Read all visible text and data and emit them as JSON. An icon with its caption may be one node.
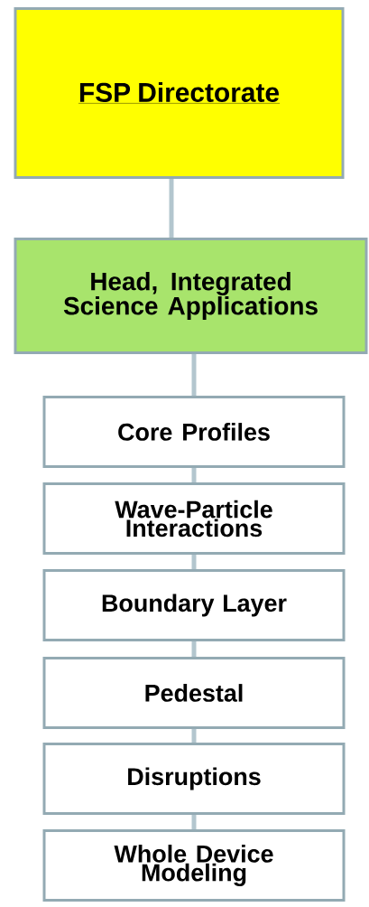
{
  "diagram": {
    "nodes": [
      {
        "text": [
          "FSP Directorate"
        ]
      },
      {
        "text": [
          "Head, Integrated Science Applications"
        ]
      },
      {
        "text": [
          "Core Profiles"
        ]
      },
      {
        "text": [
          "Wave-Particle Interactions"
        ]
      },
      {
        "text": [
          "Boundary Layer"
        ]
      },
      {
        "text": [
          "Pedestal"
        ]
      },
      {
        "text": [
          "Disruptions"
        ]
      },
      {
        "text": [
          "Whole Device Modeling"
        ]
      }
    ],
    "edges": [
      {
        "from": 0,
        "to": 1,
        "arrow": "none"
      },
      {
        "from": 1,
        "to": 2,
        "arrow": "none"
      },
      {
        "from": 2,
        "to": 3,
        "arrow": "none"
      },
      {
        "from": 3,
        "to": 4,
        "arrow": "none"
      },
      {
        "from": 4,
        "to": 5,
        "arrow": "none"
      },
      {
        "from": 5,
        "to": 6,
        "arrow": "none"
      },
      {
        "from": 6,
        "to": 7,
        "arrow": "none"
      }
    ]
  }
}
